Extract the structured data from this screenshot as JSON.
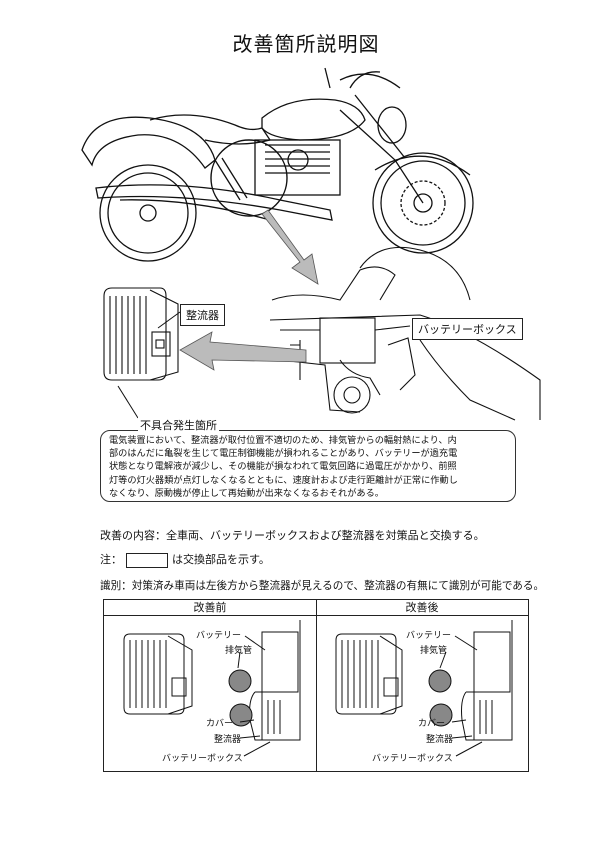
{
  "title": "改善箇所説明図",
  "diagram": {
    "rectifier_label": "整流器",
    "battery_box_label": "バッテリーボックス",
    "defect_location_label": "不具合発生箇所",
    "defect_description_lines": [
      "電気装置において、整流器が取付位置不適切のため、排気管からの輻射熱により、内",
      "部のはんだに亀裂を生じて電圧制御機能が損われることがあり、バッテリーが過充電",
      "状態となり電解液が減少し、その機能が損なわれて電気回路に過電圧がかかり、前照",
      "灯等の灯火器類が点灯しなくなるとともに、速度計および走行距離計が正常に作動し",
      "なくなり、原動機が停止して再始動が出来なくなるおそれがある。"
    ]
  },
  "notes": {
    "improvement": "改善の内容：全車両、バッテリーボックスおよび整流器を対策品と交換する。",
    "note_prefix": "注：",
    "note_suffix": "は交換部品を示す。",
    "identification": "識別：対策済み車両は左後方から整流器が見えるので、整流器の有無にて識別が可能である。"
  },
  "comparison": {
    "before": {
      "title": "改善前",
      "battery": "バッテリー",
      "exhaust": "排気管",
      "cover": "カバー",
      "rectifier": "整流器",
      "battery_box": "バッテリーボックス"
    },
    "after": {
      "title": "改善後",
      "battery": "バッテリー",
      "exhaust": "排気管",
      "cover": "カバー",
      "rectifier": "整流器",
      "battery_box": "バッテリーボックス"
    }
  }
}
